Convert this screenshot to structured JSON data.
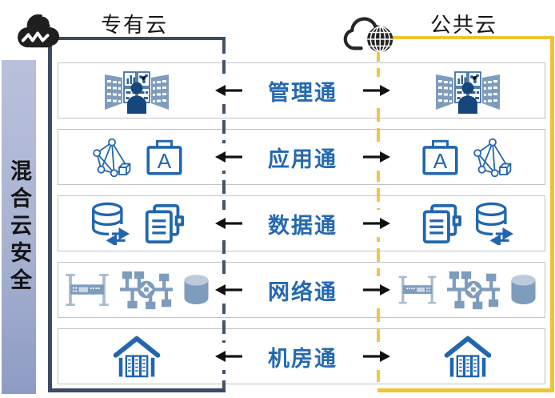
{
  "title": "混合云安全",
  "sidebar": {
    "label": "混合云安全"
  },
  "private_cloud": {
    "title": "专有云",
    "icon": "private-cloud-icon",
    "frame_color": "#3c4b61"
  },
  "public_cloud": {
    "title": "公共云",
    "icon": "public-globe-cloud-icon",
    "frame_color": "#eec337"
  },
  "rows": [
    {
      "label": "管理通",
      "left_icons": [
        "monitor-wall-icon"
      ],
      "right_icons": [
        "monitor-wall-icon"
      ]
    },
    {
      "label": "应用通",
      "left_icons": [
        "network-graph-icon",
        "briefcase-a-icon"
      ],
      "right_icons": [
        "briefcase-a-icon",
        "network-graph-icon"
      ]
    },
    {
      "label": "数据通",
      "left_icons": [
        "database-sync-icon",
        "documents-icon"
      ],
      "right_icons": [
        "documents-icon",
        "database-sync-icon"
      ]
    },
    {
      "label": "网络通",
      "left_icons": [
        "rack-device-icon",
        "network-topology-icon",
        "cylinder-icon"
      ],
      "right_icons": [
        "rack-device-icon",
        "network-topology-icon",
        "cylinder-icon"
      ]
    },
    {
      "label": "机房通",
      "left_icons": [
        "datacenter-house-icon"
      ],
      "right_icons": [
        "datacenter-house-icon"
      ]
    }
  ],
  "arrows": {
    "left": "arrow-left-icon",
    "right": "arrow-right-icon",
    "color": "#111111"
  },
  "colors": {
    "row_label_blue": "#2469b0",
    "icon_blue": "#2166ae",
    "icon_steel_blue": "#7e9cbd",
    "person_navy": "#16477c",
    "private_frame": "#3c4b61",
    "public_frame": "#eec337",
    "sidebar_gradient_top": "#b8c0dc",
    "sidebar_gradient_bottom": "#8e9cc4",
    "row_border": "#bfc3c8"
  }
}
